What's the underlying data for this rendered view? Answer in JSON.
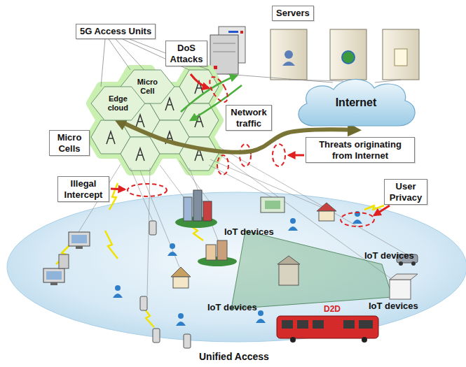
{
  "diagram": {
    "nodes": [
      {
        "text": [
          "Servers"
        ]
      },
      {
        "text": [
          "5G Access Units"
        ]
      },
      {
        "text": [
          "DoS Attacks"
        ]
      },
      {
        "text": [
          "Micro Cell"
        ]
      },
      {
        "text": [
          "Edge cloud"
        ]
      },
      {
        "text": [
          "Network traffic"
        ]
      },
      {
        "text": [
          "Internet"
        ]
      },
      {
        "text": [
          "Threats originating from Internet"
        ]
      },
      {
        "text": [
          "Micro Cells"
        ]
      },
      {
        "text": [
          "Illegal Intercept"
        ]
      },
      {
        "text": [
          "User Privacy"
        ]
      }
    ],
    "edges": [
      {
        "from": 4,
        "to": 6,
        "arrow": "both"
      }
    ],
    "labels": [
      "IoT devices",
      "IoT devices",
      "IoT devices",
      "IoT devices",
      "D2D",
      "Unified Access"
    ]
  }
}
